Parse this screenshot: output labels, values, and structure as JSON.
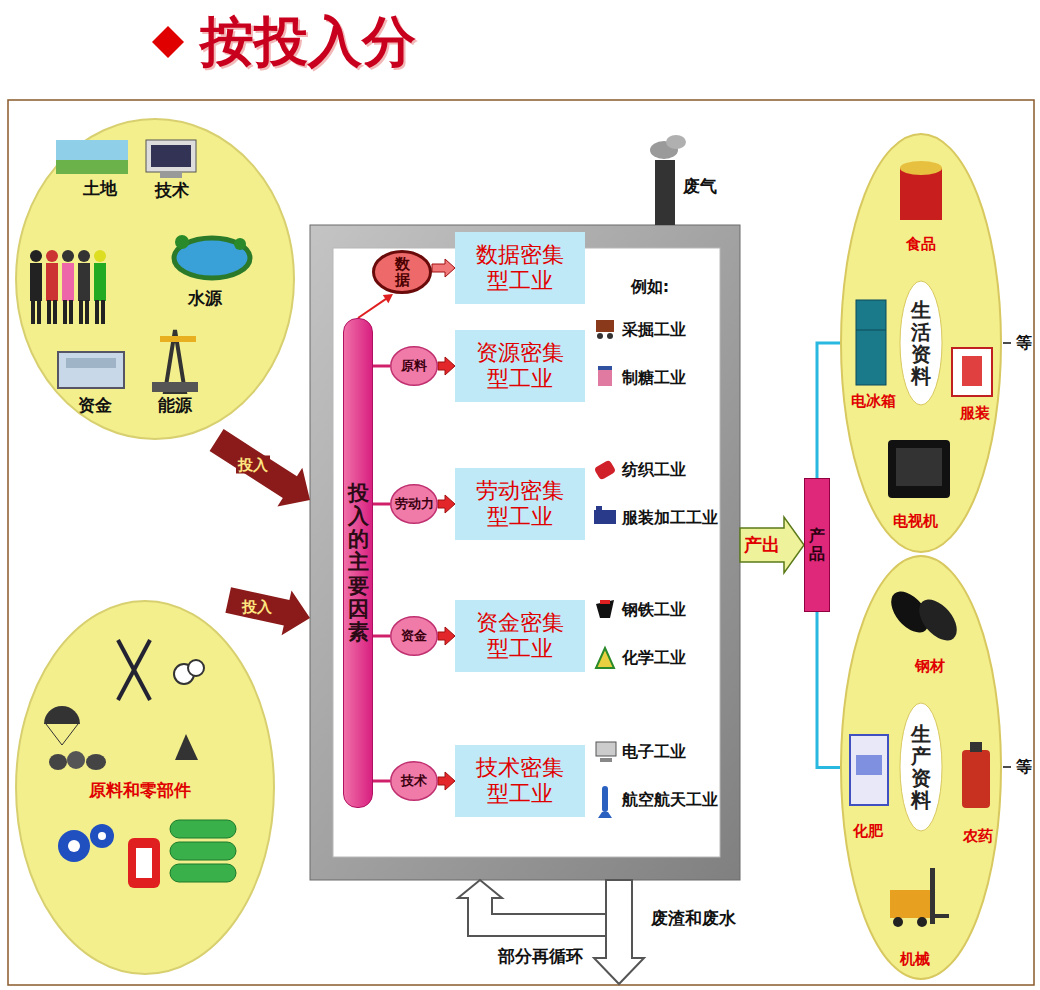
{
  "diagram": {
    "title": "按投入分",
    "nodes": [
      {
        "text": [
          "土地",
          "技术",
          "水源",
          "资金",
          "能源"
        ]
      },
      {
        "text": [
          "原料和零部件"
        ]
      },
      {
        "text": [
          "例如:"
        ]
      },
      {
        "text": [
          "投入的主要因素"
        ],
        "in": 2
      },
      {
        "text": [
          "数据"
        ],
        "in": 2
      },
      {
        "text": [
          "原料"
        ],
        "in": 2
      },
      {
        "text": [
          "劳动力"
        ],
        "in": 2
      },
      {
        "text": [
          "资金"
        ],
        "in": 2
      },
      {
        "text": [
          "技术"
        ],
        "in": 2
      },
      {
        "text": [
          "数据密集型工业"
        ],
        "in": 2
      },
      {
        "text": [
          "资源密集型工业"
        ],
        "in": 2
      },
      {
        "text": [
          "劳动密集型工业"
        ],
        "in": 2
      },
      {
        "text": [
          "资金密集型工业"
        ],
        "in": 2
      },
      {
        "text": [
          "技术密集型工业"
        ],
        "in": 2
      },
      {
        "text": [
          "产品"
        ]
      },
      {
        "text": [
          "生活资料",
          "食品",
          "服装",
          "电视机",
          "电冰箱"
        ]
      },
      {
        "text": [
          "生产资料",
          "钢材",
          "农药",
          "机械",
          "化肥"
        ]
      }
    ],
    "edges": [
      {
        "from": 0,
        "to": 2,
        "label": "投入",
        "arrow": "to"
      },
      {
        "from": 1,
        "to": 2,
        "label": "投入",
        "arrow": "to"
      },
      {
        "from": 3,
        "to": 4,
        "arrow": "to"
      },
      {
        "from": 3,
        "to": 5,
        "arrow": "none"
      },
      {
        "from": 3,
        "to": 6,
        "arrow": "none"
      },
      {
        "from": 3,
        "to": 7,
        "arrow": "none"
      },
      {
        "from": 3,
        "to": 8,
        "arrow": "none"
      },
      {
        "from": 4,
        "to": 9,
        "arrow": "to"
      },
      {
        "from": 5,
        "to": 10,
        "arrow": "to"
      },
      {
        "from": 6,
        "to": 11,
        "arrow": "to"
      },
      {
        "from": 7,
        "to": 12,
        "arrow": "to"
      },
      {
        "from": 8,
        "to": 13,
        "arrow": "to"
      },
      {
        "from": 2,
        "to": 14,
        "label": "产出",
        "arrow": "to"
      },
      {
        "from": 14,
        "to": 15,
        "arrow": "none"
      },
      {
        "from": 14,
        "to": 16,
        "arrow": "none"
      }
    ],
    "labels": [
      "废气",
      "采掘工业",
      "制糖工业",
      "纺织工业",
      "服装加工工业",
      "钢铁工业",
      "化学工业",
      "电子工业",
      "航空航天工业",
      "等",
      "等",
      "废渣和废水",
      "部分再循环"
    ]
  }
}
